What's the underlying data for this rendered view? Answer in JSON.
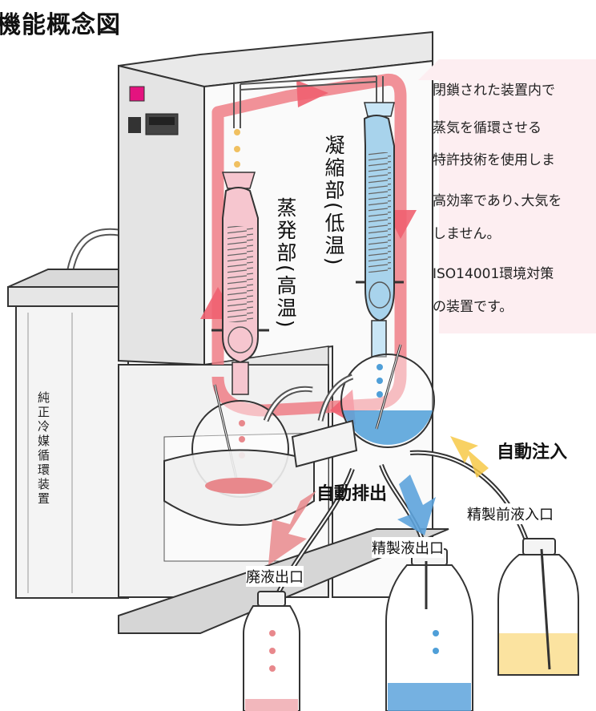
{
  "title": "機能概念図",
  "labels": {
    "condenser": "凝縮部(低温)",
    "evaporator": "蒸発部(高温)",
    "coolant_device": "純正冷媒循環装置",
    "auto_discharge": "自動排出",
    "auto_inject": "自動注入",
    "waste_outlet": "廃液出口",
    "refined_outlet": "精製液出口",
    "pre_refined_inlet": "精製前液入口"
  },
  "notes": [
    "閉鎖された装置内で",
    "蒸気を循環させる",
    "特許技術を使用しま",
    "高効率であり､大気を",
    "しません。",
    "ISO14001環境対策",
    "の装置です。"
  ],
  "colors": {
    "steam_arrow": "#ef7e86",
    "evaporator_pink": "#f6c6cf",
    "condenser_blue": "#a8d3ec",
    "flask_blue": "#4f9fd8",
    "waste_pink": "#e8888c",
    "inlet_yellow": "#fbe3a0",
    "note_background": "#fdeef1",
    "indicator_magenta": "#e4137f"
  }
}
